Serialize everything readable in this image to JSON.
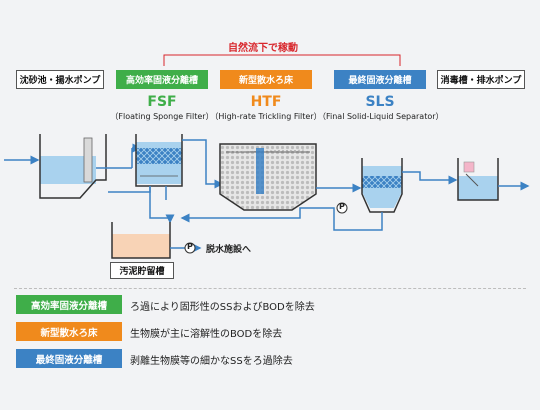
{
  "top_label": "自然流下で稼動",
  "process_boxes": {
    "grit": "沈砂池・揚水ポンプ",
    "fsf": "高効率固液分離槽",
    "htf": "新型散水ろ床",
    "sls": "最終固液分離槽",
    "disinfect": "消毒槽・排水ポンプ"
  },
  "abbreviations": {
    "fsf": "FSF",
    "htf": "HTF",
    "sls": "SLS"
  },
  "full_names": {
    "fsf": "（Floating Sponge Filter）",
    "htf": "（High-rate Trickling Filter）",
    "sls": "（Final Solid-Liquid Separator）"
  },
  "sludge_tank": "汚泥貯留槽",
  "pump_symbol": "P",
  "dewatering": "脱水施設へ",
  "legend": [
    {
      "label": "高効率固液分離槽",
      "text": "ろ過により固形性のSSおよびBODを除去",
      "color": "#3fae49"
    },
    {
      "label": "新型散水ろ床",
      "text": "生物膜が主に溶解性のBODを除去",
      "color": "#f08a1c"
    },
    {
      "label": "最終固液分離槽",
      "text": "剥離生物膜等の細かなSSをろ過除去",
      "color": "#3c82c4"
    }
  ],
  "colors": {
    "green": "#3fae49",
    "orange": "#f08a1c",
    "blue": "#3c82c4",
    "red_text": "#d8262c",
    "water": "#a9d2ee",
    "sludge": "#f8d3b6"
  }
}
